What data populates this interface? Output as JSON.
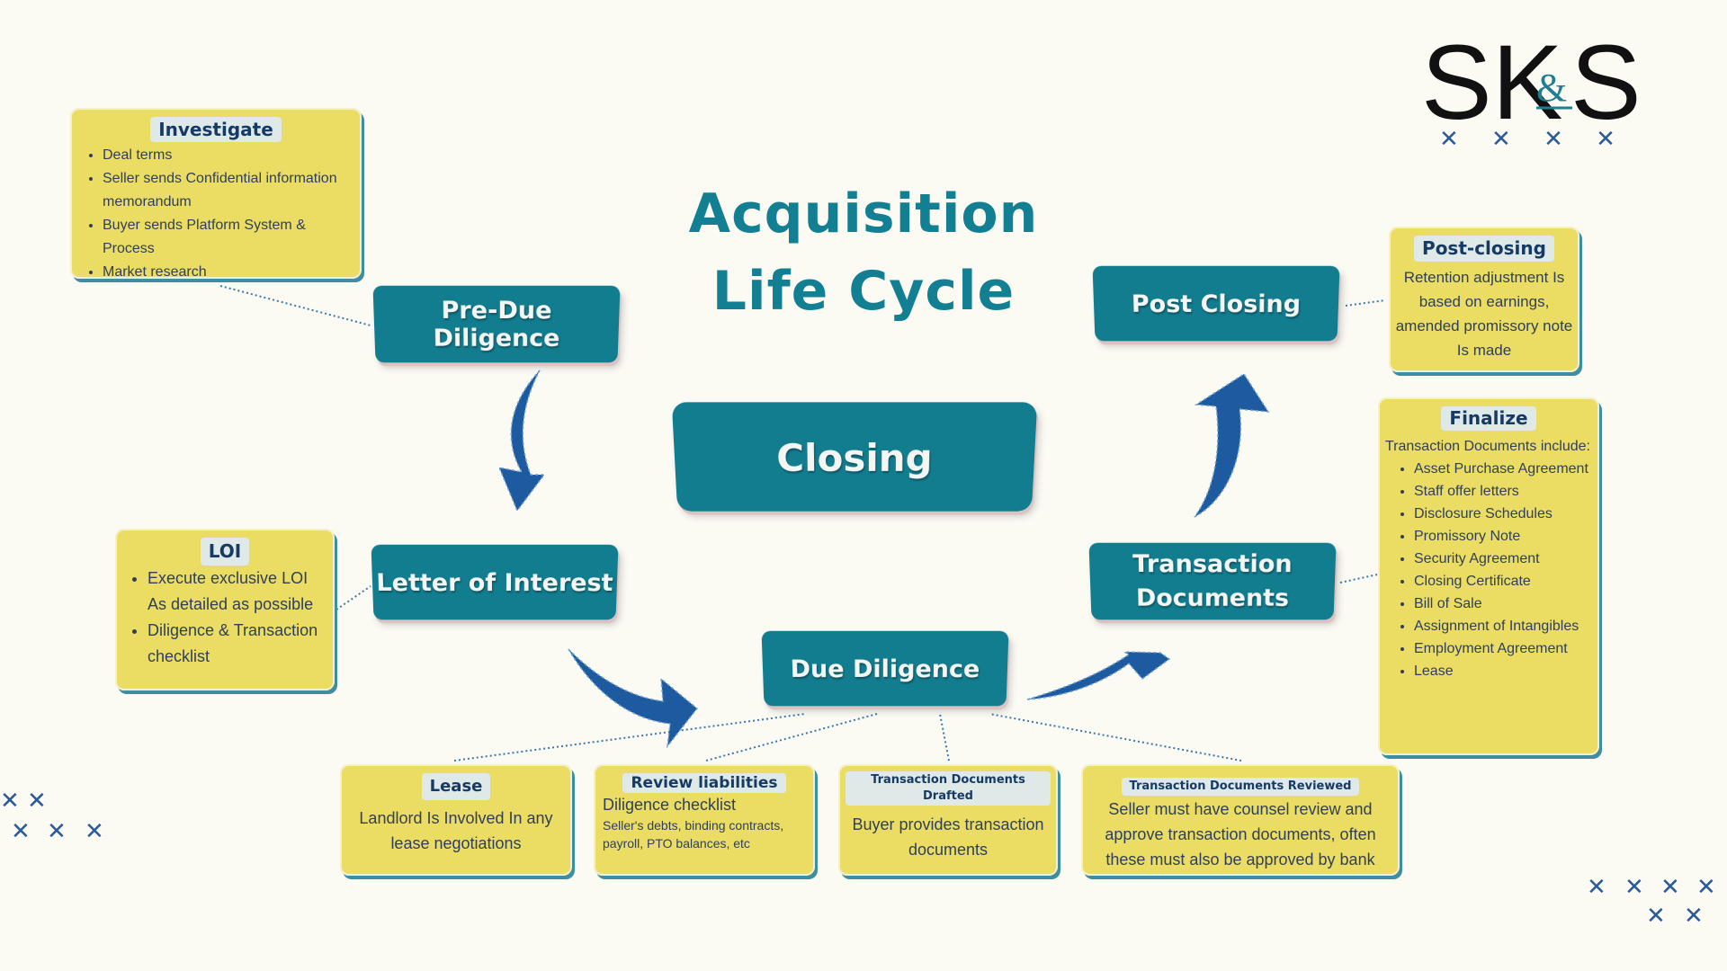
{
  "logo": {
    "text_primary": "SK",
    "text_amp": "&",
    "text_end": "S",
    "marks": "✕ ✕ ✕ ✕"
  },
  "title": {
    "line1": "Acquisition",
    "line2": "Life Cycle"
  },
  "stages": {
    "pre_due_diligence": "Pre-Due Diligence",
    "letter_of_interest": "Letter of Interest",
    "due_diligence": "Due Diligence",
    "transaction_documents_line1": "Transaction",
    "transaction_documents_line2": "Documents",
    "post_closing": "Post Closing",
    "closing": "Closing"
  },
  "cards": {
    "investigate": {
      "label": "Investigate",
      "items": [
        "Deal terms",
        "Seller sends Confidential information memorandum",
        "Buyer sends Platform System & Process",
        "Market research"
      ]
    },
    "loi": {
      "label": "LOI",
      "items": [
        "Execute exclusive LOI As detailed as possible",
        "Diligence & Transaction checklist"
      ]
    },
    "post_closing": {
      "label": "Post-closing",
      "text": "Retention adjustment Is based on earnings, amended promissory note Is made"
    },
    "finalize": {
      "label": "Finalize",
      "intro": "Transaction Documents include:",
      "items": [
        "Asset Purchase Agreement",
        "Staff offer letters",
        "Disclosure Schedules",
        "Promissory Note",
        "Security Agreement",
        "Closing Certificate",
        "Bill of Sale",
        "Assignment of Intangibles",
        "Employment Agreement",
        "Lease"
      ]
    },
    "lease": {
      "label": "Lease",
      "text": "Landlord Is Involved In any lease negotiations"
    },
    "review_liabilities": {
      "label": "Review liabilities",
      "text": "Diligence checklist",
      "subtext": "Seller's debts, binding contracts, payroll, PTO balances, etc"
    },
    "docs_drafted": {
      "label": "Transaction Documents Drafted",
      "text": "Buyer provides transaction documents"
    },
    "docs_reviewed": {
      "label": "Transaction Documents Reviewed",
      "text": "Seller must have counsel review and approve transaction documents, often these must also be approved by bank"
    }
  },
  "decor": {
    "marks_left": "✕",
    "marks_right": "✕"
  },
  "colors": {
    "stage": "#137d90",
    "card": "#ebdd63",
    "arrow": "#1e5aa0",
    "title": "#137f93"
  }
}
